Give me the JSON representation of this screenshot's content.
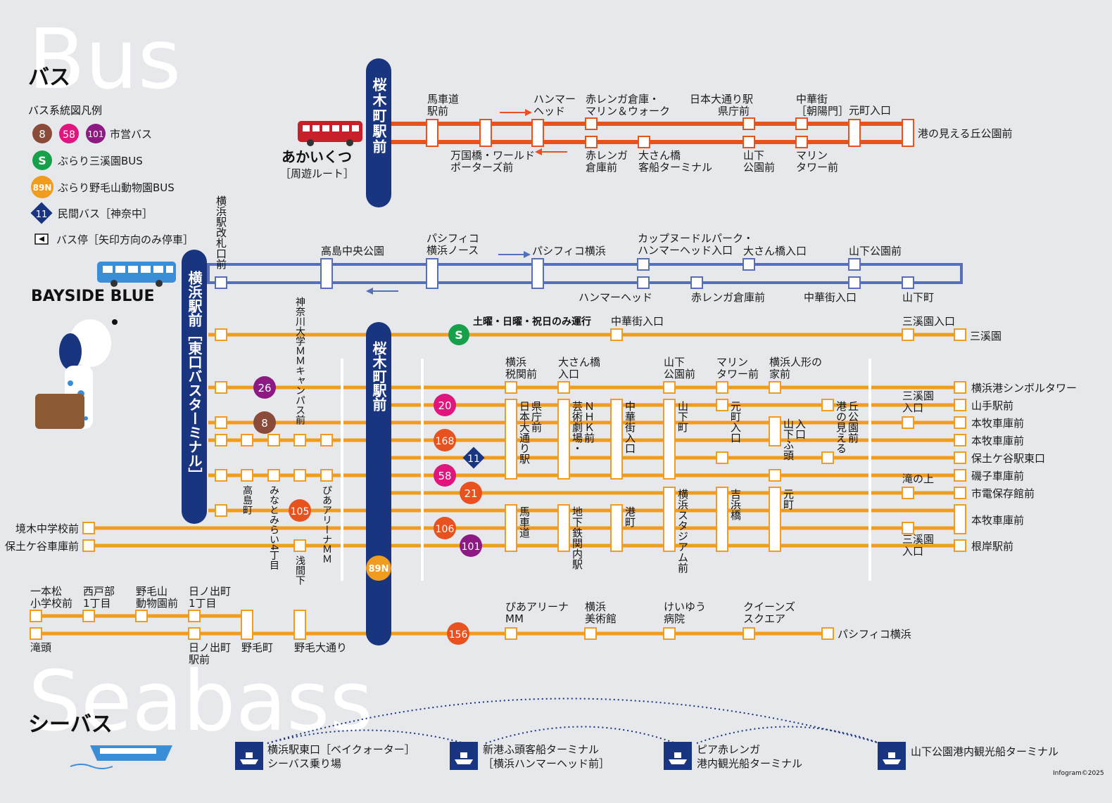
{
  "bus_heading": "バス",
  "bus_watermark": "Bus",
  "seabass_heading": "シーバス",
  "seabass_watermark": "Seabass",
  "legend": {
    "title": "バス系統図凡例",
    "city_bus_nums": [
      "8",
      "58",
      "101"
    ],
    "city_bus": "市営バス",
    "sankeien_mark": "S",
    "sankeien": "ぶらり三溪園BUS",
    "nogeyama_mark": "89N",
    "nogeyama": "ぶらり野毛山動物園BUS",
    "private_mark": "11",
    "private": "民間バス［神奈中］",
    "stop": "バス停［矢印方向のみ停車］"
  },
  "colors": {
    "orange_red": "#e8521e",
    "orange": "#f09c1e",
    "blue": "#5570b8",
    "navy": "#1a3580",
    "red_bus": "#c8202a",
    "city_bus_brown": "#8b4b3a",
    "city_bus_pink": "#e0157d",
    "city_bus_purple": "#8c1a82",
    "sankeien_green": "#16a04a"
  },
  "akaikutsu": {
    "name": "あかいくつ",
    "sub": "［周遊ルート］",
    "terminal": "桜木町駅前",
    "stops_top": [
      "馬車道\n駅前",
      "ハンマー\nヘッド",
      "赤レンガ倉庫・\nマリン＆ウォーク",
      "日本大通り駅\n県庁前",
      "中華街\n［朝陽門］",
      "元町入口"
    ],
    "stops_bottom": [
      "万国橋・ワールド\nポーターズ前",
      "赤レンガ\n倉庫前",
      "大さん橋\n客船ターミナル",
      "山下\n公園前",
      "マリン\nタワー前"
    ],
    "end": "港の見える丘公園前"
  },
  "bayside": {
    "name": "BAYSIDE BLUE",
    "start": "横浜駅改札口前",
    "stops_top": [
      "高島中央公園",
      "パシフィコ\n横浜ノース",
      "パシフィコ横浜",
      "カップヌードルパーク・\nハンマーヘッド入口",
      "大さん橋入口",
      "山下公園前"
    ],
    "stops_bottom": [
      "ハンマーヘッド",
      "赤レンガ倉庫前",
      "中華街入口",
      "山下町"
    ]
  },
  "yokohama_terminal": "横浜駅前［東口バスターミナル］",
  "sakuragicho_terminal": "桜木町駅前",
  "route_numbers": [
    "26",
    "8",
    "168",
    "11",
    "20",
    "58",
    "21",
    "105",
    "106",
    "101",
    "89N",
    "156"
  ],
  "sankeien_route": {
    "note": "土曜・日曜・祝日のみ運行",
    "stop": "中華街入口",
    "stop2": "三溪園入口",
    "end": "三溪園"
  },
  "west_stops": {
    "kanagawa_univ": "神奈川大学ＭＭキャンパス前",
    "takashimacho": "高島町",
    "minatomirai4": "みなとみらい4丁目",
    "asamashita": "浅間下",
    "pia_arena": "ぴあアリーナＭＭ"
  },
  "mid_stops_top": [
    "横浜\n税関前",
    "大さん橋\n入口",
    "山下\n公園前",
    "マリン\nタワー前",
    "横浜人形の\n家前"
  ],
  "mid_stops_vertical": [
    "日本大通り駅県庁前",
    "芸術劇場・ＮＨＫ前",
    "中華街入口",
    "山下町",
    "元町入口",
    "山下ふ頭入口",
    "港の見える丘公園前"
  ],
  "mid_stops_vertical_bottom": [
    "馬車道",
    "地下鉄関内駅",
    "港町",
    "横浜スタジアム前",
    "吉浜橋",
    "元町"
  ],
  "right_stops": [
    "三溪園\n入口",
    "滝の上",
    "三溪園\n入口"
  ],
  "destinations": [
    "横浜港シンボルタワー",
    "山手駅前",
    "本牧車庫前",
    "本牧車庫前",
    "保土ケ谷駅東口",
    "磯子車庫前",
    "市電保存館前",
    "本牧車庫前",
    "根岸駅前"
  ],
  "west_dests": [
    "境木中学校前",
    "保土ケ谷車庫前"
  ],
  "bottom_route": {
    "stops_top": [
      "一本松\n小学校前",
      "西戸部\n1丁目",
      "野毛山\n動物園前",
      "日ノ出町\n1丁目"
    ],
    "stops_bottom": [
      "滝頭",
      "日ノ出町\n駅前",
      "野毛町",
      "野毛大通り"
    ],
    "route156": [
      "ぴあアリーナ\nMM",
      "横浜\n美術館",
      "けいゆう\n病院",
      "クイーンズ\nスクエア"
    ],
    "end": "パシフィコ横浜"
  },
  "seabass_stops": [
    "横浜駅東口［ベイクォーター］\nシーバス乗り場",
    "新港ふ頭客船ターミナル\n［横浜ハンマーヘッド前］",
    "ピア赤レンガ\n港内観光船ターミナル",
    "山下公園港内観光船ターミナル"
  ],
  "credit": "Infogram©2025"
}
